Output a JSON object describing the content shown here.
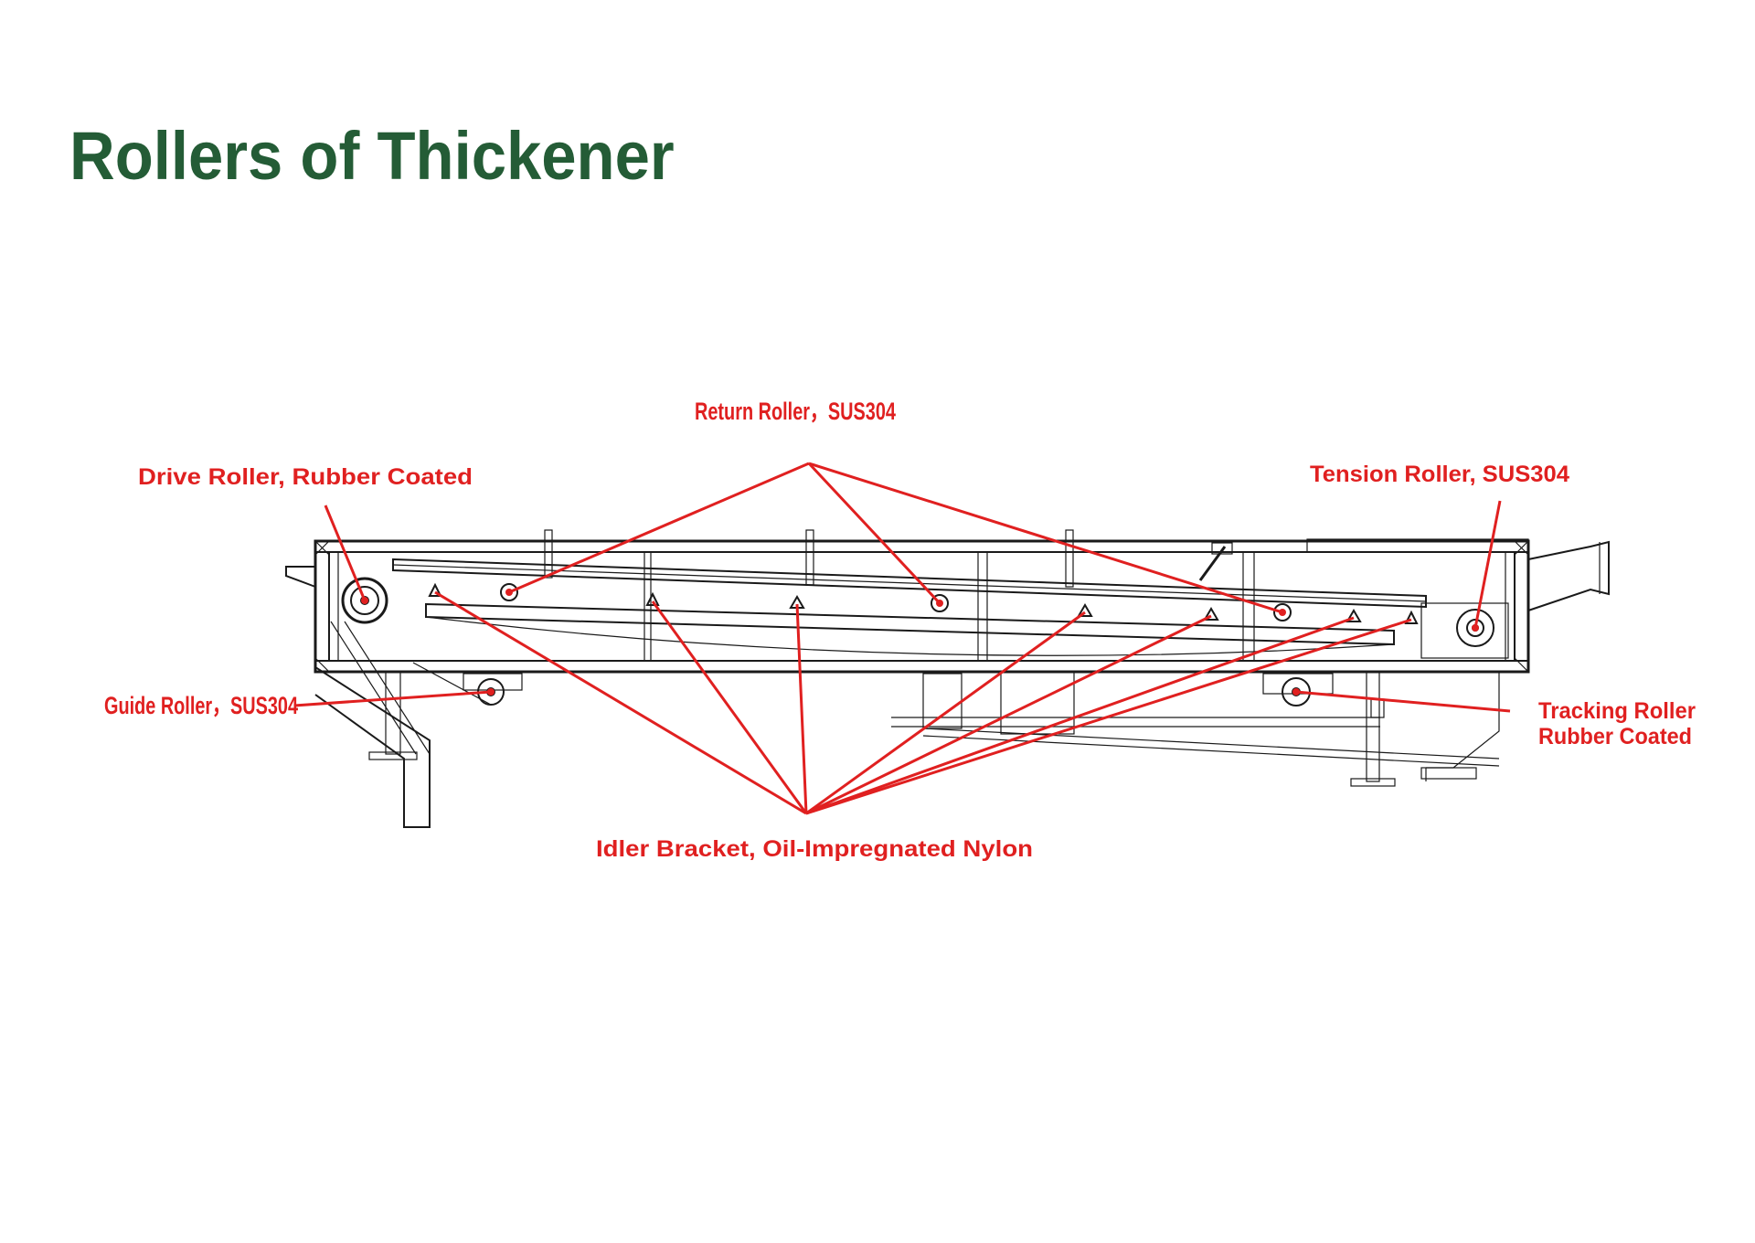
{
  "title": "Rollers of Thickener",
  "colors": {
    "title": "#245c36",
    "callout": "#e02020",
    "drawing": "#1a1a1a"
  },
  "callouts": {
    "return_roller": "Return Roller，SUS304",
    "drive_roller": "Drive Roller, Rubber Coated",
    "tension_roller": "Tension Roller,  SUS304",
    "guide_roller": "Guide Roller，SUS304",
    "tracking_roller_line1": "Tracking Roller",
    "tracking_roller_line2": "Rubber Coated",
    "idler_bracket": "Idler Bracket, Oil-Impregnated Nylon"
  }
}
